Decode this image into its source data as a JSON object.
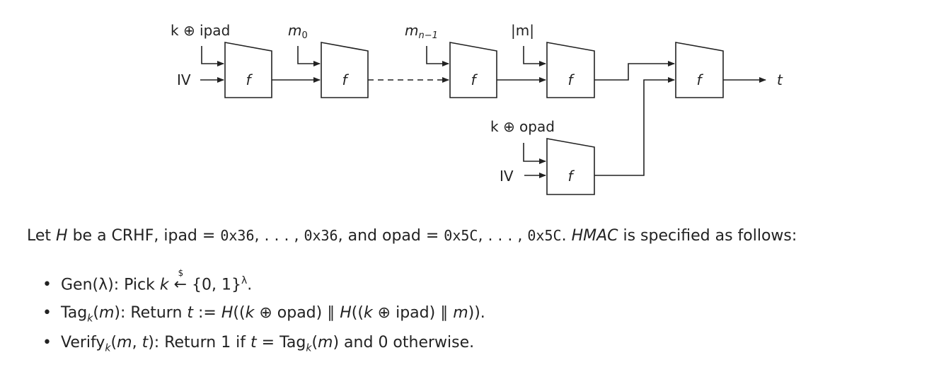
{
  "diagram": {
    "top_inputs": [
      "k ⊕ ipad",
      "m",
      "m",
      "|m|"
    ],
    "top_input_subscripts": [
      "",
      "0",
      "n−1",
      ""
    ],
    "opad_input": "k ⊕ opad",
    "iv_label": "IV",
    "block_label": "f",
    "output_label": "t"
  },
  "text": {
    "intro": "Let H be a CRHF, ipad = 0x36, . . . , 0x36, and opad = 0x5C, . . . , 0x5C. HMAC is specified as follows:",
    "bullets": [
      "Gen(λ): Pick k ←$ {0, 1}^λ.",
      "Tag_k(m): Return t := H((k ⊕ opad) ∥ H((k ⊕ ipad) ∥ m)).",
      "Verify_k(m, t): Return 1 if t = Tag_k(m) and 0 otherwise."
    ]
  }
}
